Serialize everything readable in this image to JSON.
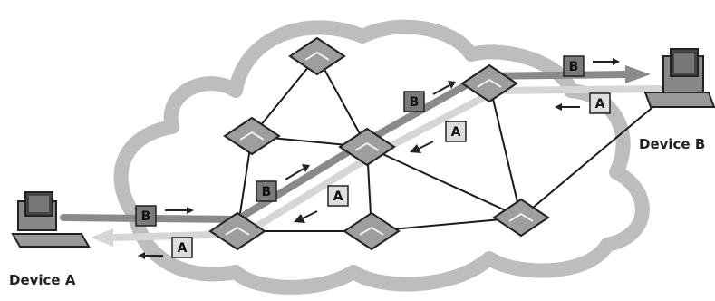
{
  "diagram": {
    "devices": {
      "a_label": "Device A",
      "b_label": "Device B"
    },
    "packet_labels": {
      "b": "B",
      "a": "A"
    },
    "colors": {
      "cloud": "#bdbdbd",
      "link": "#1a1a1a",
      "router_fill": "#9e9e9e",
      "path_b": "#8a8a8a",
      "path_a": "#d6d6d6",
      "packet_b_fill": "#7a7a7a",
      "packet_a_fill": "#dedede",
      "arrow": "#222222"
    },
    "icons": [
      "router-icon",
      "computer-icon",
      "cloud-outline",
      "arrow-icon"
    ]
  }
}
